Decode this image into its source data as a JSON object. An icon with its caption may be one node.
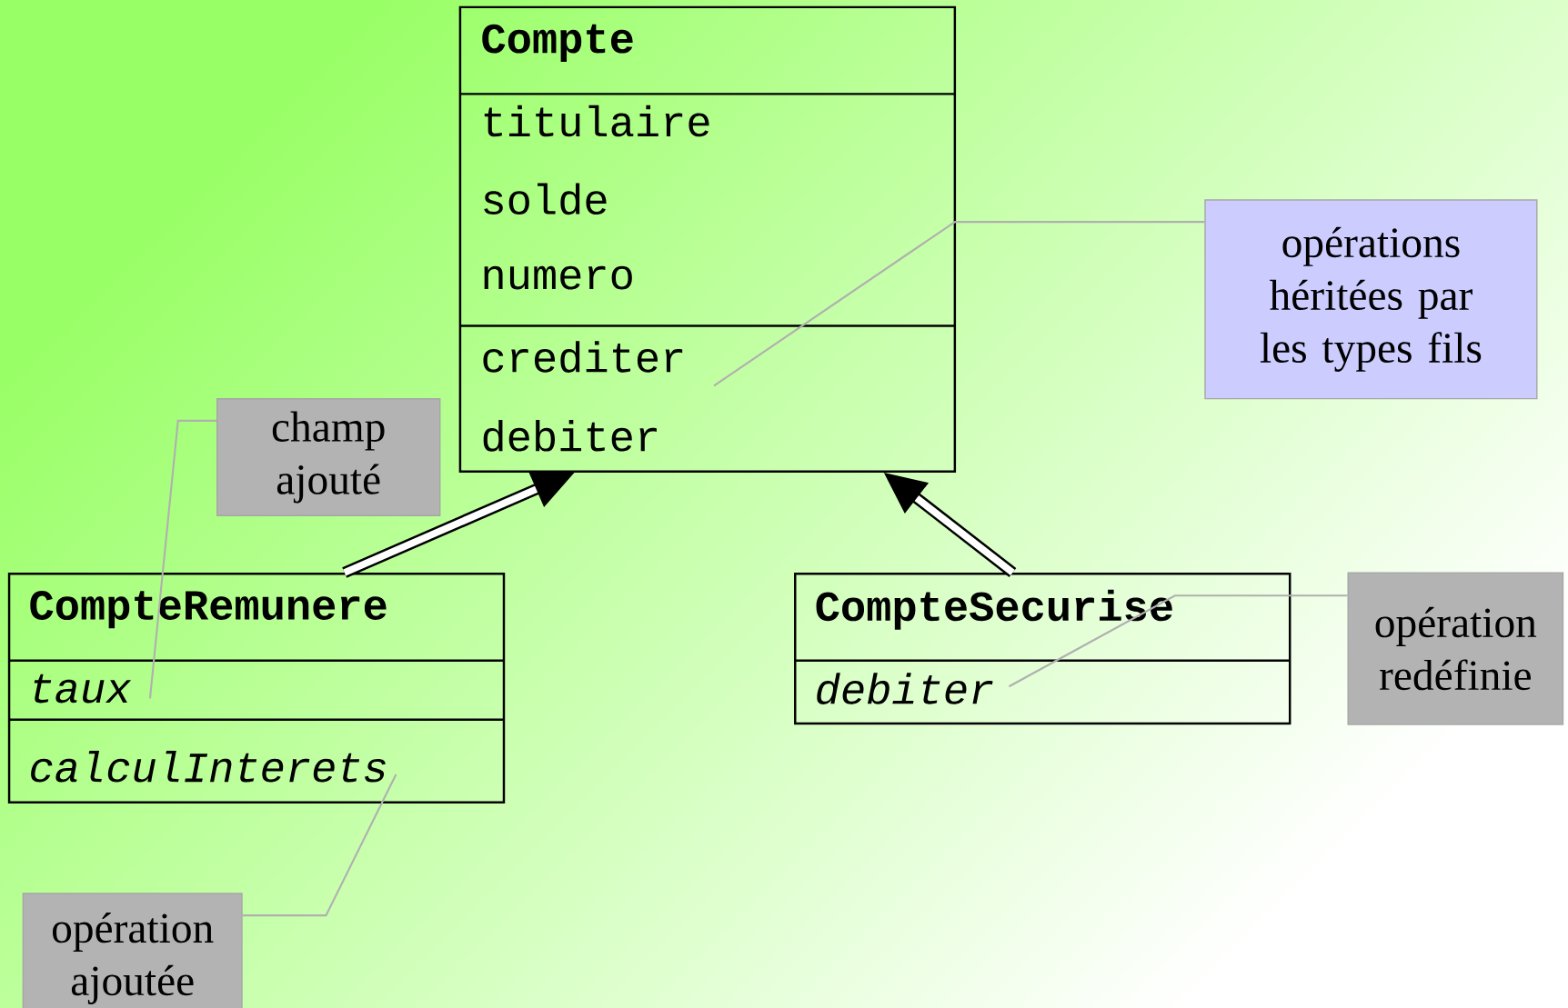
{
  "diagram": {
    "nodes": [
      {
        "text": [
          "Compte",
          "titulaire",
          "solde",
          "numero",
          "crediter",
          "debiter"
        ]
      },
      {
        "text": [
          "CompteRemunere",
          "taux",
          "calculInterets"
        ]
      },
      {
        "text": [
          "CompteSecurise",
          "debiter"
        ]
      },
      {
        "text": [
          "opérations héritées par les types fils"
        ]
      },
      {
        "text": [
          "champ ajouté"
        ]
      },
      {
        "text": [
          "opération redéfinie"
        ]
      },
      {
        "text": [
          "opération ajoutée"
        ]
      }
    ],
    "edges": [
      {
        "from": 1,
        "to": 0,
        "arrow": "to",
        "style": "thick",
        "color": "#000000"
      },
      {
        "from": 2,
        "to": 0,
        "arrow": "to",
        "style": "thick",
        "color": "#000000"
      },
      {
        "from": 3,
        "to": 0,
        "arrow": "none"
      },
      {
        "from": 4,
        "to": 1,
        "arrow": "none"
      },
      {
        "from": 5,
        "to": 2,
        "arrow": "none"
      },
      {
        "from": 6,
        "to": 1,
        "arrow": "none"
      }
    ]
  }
}
